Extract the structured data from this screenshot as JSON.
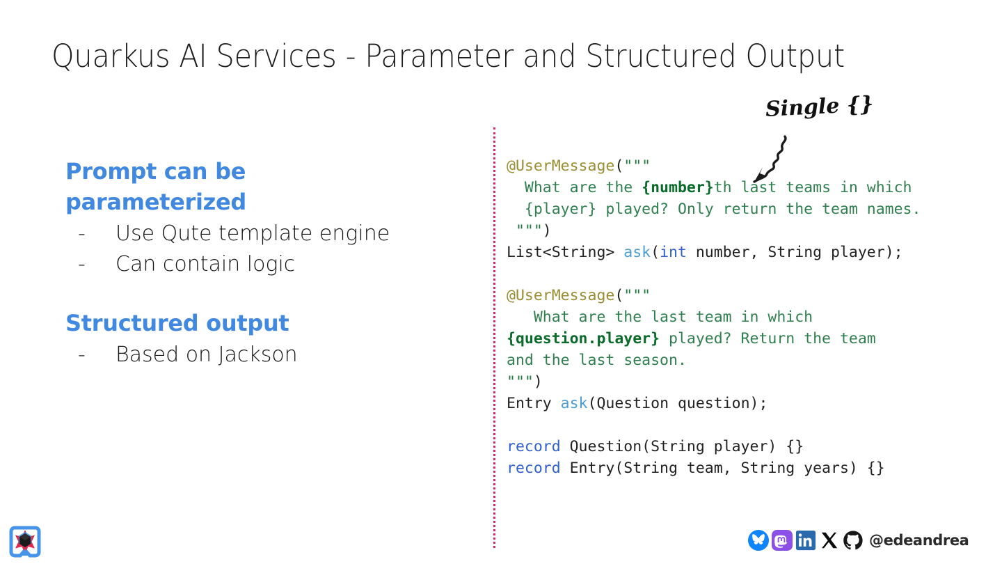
{
  "slide": {
    "title": "Quarkus AI Services - Parameter and Structured Output"
  },
  "left_column": {
    "sections": [
      {
        "heading": "Prompt can be parameterized",
        "bullets": [
          {
            "marker": "-",
            "text": "Use Qute template engine"
          },
          {
            "marker": "-",
            "text": "Can contain logic"
          }
        ]
      },
      {
        "heading": "Structured output",
        "bullets": [
          {
            "marker": "-",
            "text": "Based on Jackson"
          }
        ]
      }
    ]
  },
  "annotation": {
    "label": "Single {}",
    "arrow": "hand-drawn-squiggle-arrow-down-left"
  },
  "code": {
    "language": "java",
    "lines": [
      [
        {
          "t": "@UserMessage",
          "c": "anno"
        },
        {
          "t": "(",
          "c": "plain"
        },
        {
          "t": "\"\"\"",
          "c": "str"
        }
      ],
      [
        {
          "t": "  What are the ",
          "c": "text"
        },
        {
          "t": "{number}",
          "c": "param"
        },
        {
          "t": "th last teams in which",
          "c": "text"
        }
      ],
      [
        {
          "t": "  {player} played? Only return the team names.",
          "c": "text"
        }
      ],
      [
        {
          "t": " \"\"\"",
          "c": "str"
        },
        {
          "t": ")",
          "c": "plain"
        }
      ],
      [
        {
          "t": "List<String> ",
          "c": "plain"
        },
        {
          "t": "ask",
          "c": "fn"
        },
        {
          "t": "(",
          "c": "plain"
        },
        {
          "t": "int",
          "c": "kw"
        },
        {
          "t": " number, String player);",
          "c": "plain"
        }
      ],
      [
        {
          "t": "",
          "c": "plain"
        }
      ],
      [
        {
          "t": "@UserMessage",
          "c": "anno"
        },
        {
          "t": "(",
          "c": "plain"
        },
        {
          "t": "\"\"\"",
          "c": "str"
        }
      ],
      [
        {
          "t": "   What are the last team in which",
          "c": "text"
        }
      ],
      [
        {
          "t": "{question.player}",
          "c": "param"
        },
        {
          "t": " played? Return the team",
          "c": "text"
        }
      ],
      [
        {
          "t": "and the last season.",
          "c": "text"
        }
      ],
      [
        {
          "t": "\"\"\"",
          "c": "str"
        },
        {
          "t": ")",
          "c": "plain"
        }
      ],
      [
        {
          "t": "Entry ",
          "c": "plain"
        },
        {
          "t": "ask",
          "c": "fn"
        },
        {
          "t": "(Question question);",
          "c": "plain"
        }
      ],
      [
        {
          "t": "",
          "c": "plain"
        }
      ],
      [
        {
          "t": "record",
          "c": "kw"
        },
        {
          "t": " Question(String player) {}",
          "c": "plain"
        }
      ],
      [
        {
          "t": "record",
          "c": "kw"
        },
        {
          "t": " Entry(String team, String years) {}",
          "c": "plain"
        }
      ]
    ]
  },
  "footer": {
    "logo": "quarkus-logo",
    "social_icons": [
      {
        "name": "bluesky-icon",
        "color": "#1185fe"
      },
      {
        "name": "mastodon-icon",
        "color": "#6364ff"
      },
      {
        "name": "linkedin-icon",
        "color": "#0a66c2"
      },
      {
        "name": "x-twitter-icon",
        "color": "#000000"
      },
      {
        "name": "github-icon",
        "color": "#181717"
      }
    ],
    "handle": "@edeandrea"
  },
  "colors": {
    "accent_blue": "#4189e0",
    "dotted_rule": "#e0245e",
    "code_string": "#1f7a3f",
    "code_annotation": "#9a8c32",
    "code_keyword": "#2f5fcf"
  }
}
